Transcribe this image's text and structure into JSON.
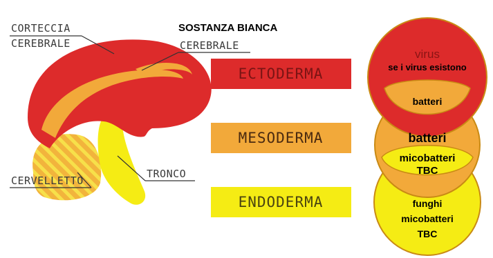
{
  "brain_labels": {
    "cortex_line1": "CORTECCIA",
    "cortex_line2": "CEREBRALE",
    "white_matter_line1": "SOSTANZA BIANCA",
    "white_matter_line2": "CEREBRALE",
    "cerebellum": "CERVELLETTO",
    "brainstem": "TRONCO"
  },
  "germ_layers": [
    {
      "label": "ECTODERMA",
      "color": "#dd2b2b",
      "text_color": "#7a1414"
    },
    {
      "label": "MESODERMA",
      "color": "#f2a93a",
      "text_color": "#4a2a10"
    },
    {
      "label": "ENDODERMA",
      "color": "#f5ec14",
      "text_color": "#4a4410"
    }
  ],
  "circles": {
    "top": {
      "line1": "virus",
      "line2": "se i virus esistono",
      "color": "#dd2b2b"
    },
    "top_inner": {
      "label": "batteri",
      "color": "#f2a93a"
    },
    "middle": {
      "label": "batteri",
      "color": "#f2a93a"
    },
    "middle_inner": {
      "line1": "micobatteri",
      "line2": "TBC",
      "color": "#f5ec14"
    },
    "bottom": {
      "line1": "funghi",
      "line2": "micobatteri",
      "line3": "TBC",
      "color": "#f5ec14"
    }
  },
  "colors": {
    "red": "#dd2b2b",
    "orange": "#f2a93a",
    "yellow": "#f5ec14"
  }
}
